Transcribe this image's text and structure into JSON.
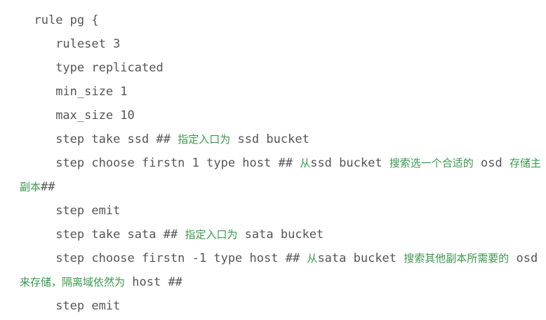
{
  "document": {
    "type": "code-block",
    "language": "crush-map-rule",
    "background_color": "#ffffff",
    "code_color": "#555555",
    "comment_color": "#3a9a4a",
    "lines": [
      {
        "id": "line-1",
        "indent": 2,
        "segments": [
          {
            "kind": "code",
            "text": "rule pg {"
          }
        ]
      },
      {
        "id": "line-2",
        "indent": 5,
        "segments": [
          {
            "kind": "code",
            "text": "ruleset 3"
          }
        ]
      },
      {
        "id": "line-3",
        "indent": 5,
        "segments": [
          {
            "kind": "code",
            "text": "type replicated"
          }
        ]
      },
      {
        "id": "line-4",
        "indent": 5,
        "segments": [
          {
            "kind": "code",
            "text": "min_size 1"
          }
        ]
      },
      {
        "id": "line-5",
        "indent": 5,
        "segments": [
          {
            "kind": "code",
            "text": "max_size 10"
          }
        ]
      },
      {
        "id": "line-6",
        "indent": 5,
        "segments": [
          {
            "kind": "code",
            "text": "step take ssd "
          },
          {
            "kind": "hash",
            "text": "## "
          },
          {
            "kind": "comment",
            "text": "指定入口为"
          },
          {
            "kind": "code",
            "text": " ssd bucket"
          }
        ]
      },
      {
        "id": "line-7",
        "indent": 5,
        "segments": [
          {
            "kind": "code",
            "text": "step choose firstn 1 type host "
          },
          {
            "kind": "hash",
            "text": "## "
          },
          {
            "kind": "comment",
            "text": "从"
          },
          {
            "kind": "code",
            "text": "ssd bucket "
          },
          {
            "kind": "comment",
            "text": "搜索选一个合适的"
          },
          {
            "kind": "code",
            "text": " osd "
          },
          {
            "kind": "comment",
            "text": "存储主副本"
          },
          {
            "kind": "hash",
            "text": "##"
          }
        ]
      },
      {
        "id": "line-8",
        "indent": 5,
        "segments": [
          {
            "kind": "code",
            "text": "step emit"
          }
        ]
      },
      {
        "id": "line-9",
        "indent": 5,
        "segments": [
          {
            "kind": "code",
            "text": "step take sata "
          },
          {
            "kind": "hash",
            "text": "## "
          },
          {
            "kind": "comment",
            "text": "指定入口为"
          },
          {
            "kind": "code",
            "text": " sata bucket"
          }
        ]
      },
      {
        "id": "line-10",
        "indent": 5,
        "segments": [
          {
            "kind": "code",
            "text": "step choose firstn -1 type host "
          },
          {
            "kind": "hash",
            "text": "## "
          },
          {
            "kind": "comment",
            "text": "从"
          },
          {
            "kind": "code",
            "text": "sata bucket "
          },
          {
            "kind": "comment",
            "text": "搜索其他副本所需要的"
          },
          {
            "kind": "code",
            "text": " osd "
          },
          {
            "kind": "comment",
            "text": "来存储，隔离域依然为"
          },
          {
            "kind": "code",
            "text": " host "
          },
          {
            "kind": "hash",
            "text": "##"
          }
        ]
      },
      {
        "id": "line-11",
        "indent": 5,
        "segments": [
          {
            "kind": "code",
            "text": "step emit"
          }
        ]
      }
    ]
  }
}
